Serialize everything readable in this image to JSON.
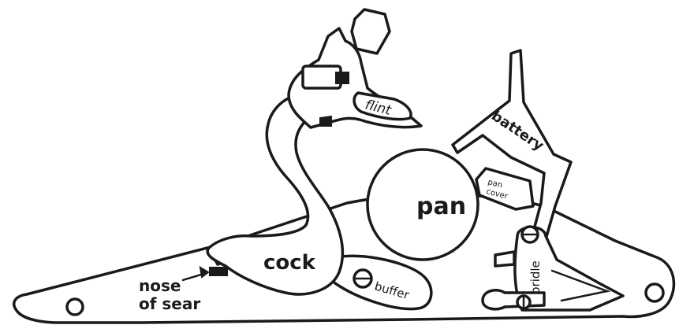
{
  "labels": {
    "flint": "flint",
    "battery": "battery",
    "pan": "pan",
    "pan_cover_line1": "pan",
    "pan_cover_line2": "cover",
    "cock": "cock",
    "nose_of_sear_line1": "nose",
    "nose_of_sear_line2": "of sear",
    "buffer": "buffer",
    "bridle": "bridle"
  },
  "colors": {
    "ink": "#1a1a1a",
    "paper": "#ffffff"
  }
}
